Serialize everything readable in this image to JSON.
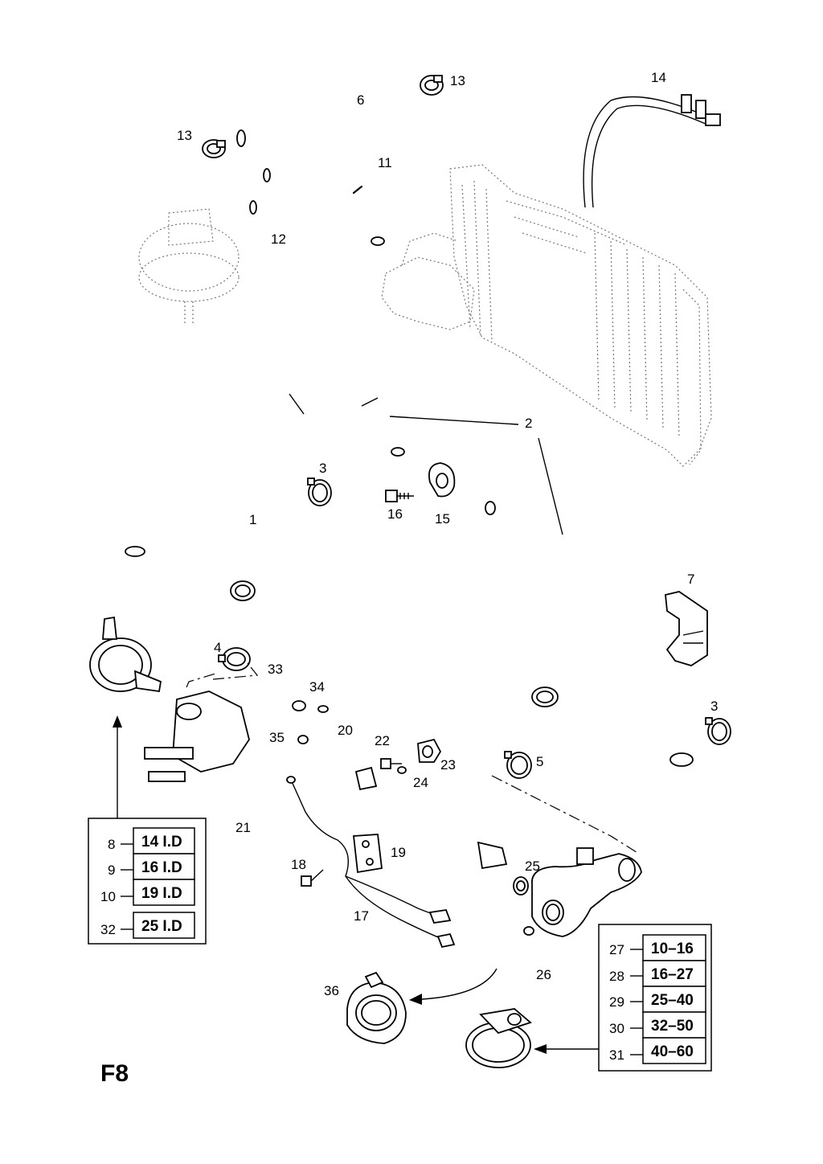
{
  "figure_code": "F8",
  "callouts": {
    "c1": "1",
    "c2": "2",
    "c3a": "3",
    "c3b": "3",
    "c4": "4",
    "c5": "5",
    "c6": "6",
    "c7": "7",
    "c11": "11",
    "c12": "12",
    "c13a": "13",
    "c13b": "13",
    "c14": "14",
    "c15": "15",
    "c16": "16",
    "c17": "17",
    "c18": "18",
    "c19": "19",
    "c20": "20",
    "c21": "21",
    "c22": "22",
    "c23": "23",
    "c24": "24",
    "c25": "25",
    "c26": "26",
    "c33": "33",
    "c34": "34",
    "c35": "35",
    "c36": "36"
  },
  "left_table": {
    "rows": [
      {
        "part": "8",
        "size": "14 I.D"
      },
      {
        "part": "9",
        "size": "16 I.D"
      },
      {
        "part": "10",
        "size": "19 I.D"
      },
      {
        "part": "32",
        "size": "25 I.D"
      }
    ]
  },
  "right_table": {
    "rows": [
      {
        "part": "27",
        "size": "10–16"
      },
      {
        "part": "28",
        "size": "16–27"
      },
      {
        "part": "29",
        "size": "25–40"
      },
      {
        "part": "30",
        "size": "32–50"
      },
      {
        "part": "31",
        "size": "40–60"
      }
    ]
  }
}
